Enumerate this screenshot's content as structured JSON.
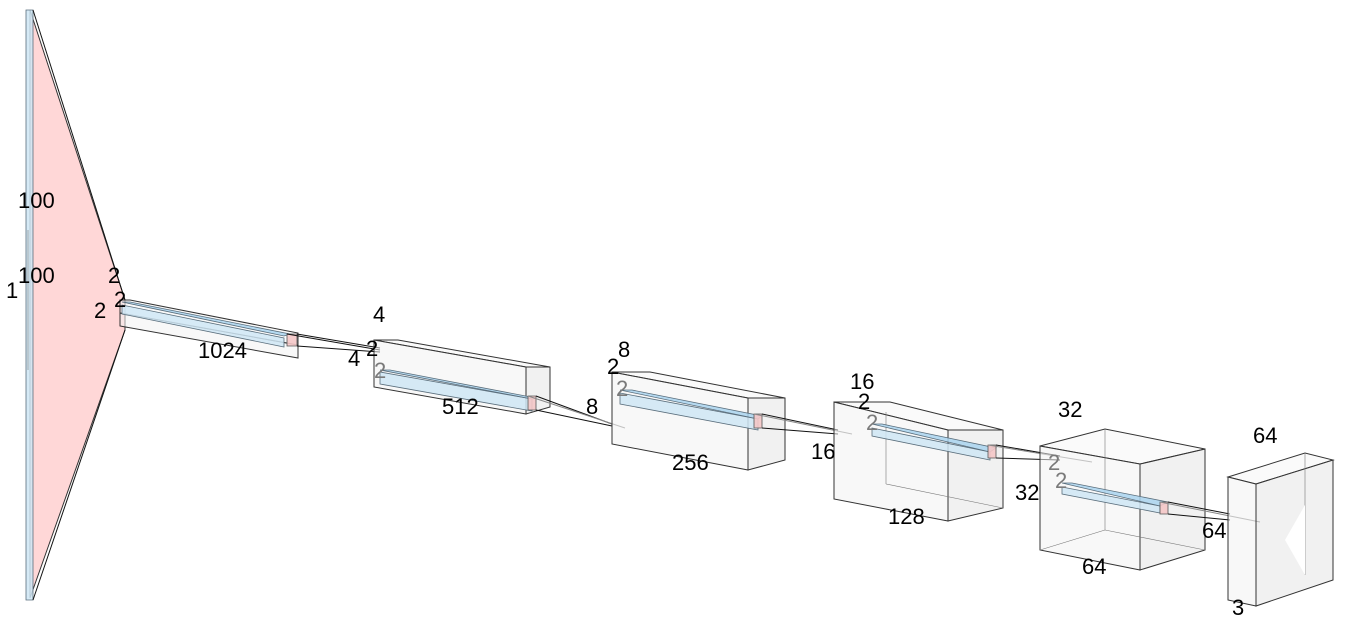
{
  "colors": {
    "slab_fill": "#cfe6f4",
    "kernel_fill": "#f4c6c6",
    "funnel_fill": "#ffd3d3",
    "box_fill": "#f2f2f2",
    "edge": "#333333"
  },
  "input_layer": {
    "height_label": "100",
    "width_label": "100",
    "depth_label": "1"
  },
  "encoder": [
    {
      "kernel_h": "2",
      "kernel_w": "2",
      "channels": "2",
      "length": "1024"
    },
    {
      "kernel_h": "2",
      "kernel_w": "4",
      "channels": "4",
      "length": "512"
    },
    {
      "kernel_h": "2",
      "kernel_w": "8",
      "channels": "8",
      "length": "256"
    },
    {
      "kernel_h": "2",
      "kernel_w": "16",
      "channels": "16",
      "length": "128"
    },
    {
      "kernel_h": "2",
      "kernel_w": "32",
      "channels": "32",
      "length": "64"
    }
  ],
  "output_layer": {
    "width_label": "64",
    "depth_label": "3"
  }
}
